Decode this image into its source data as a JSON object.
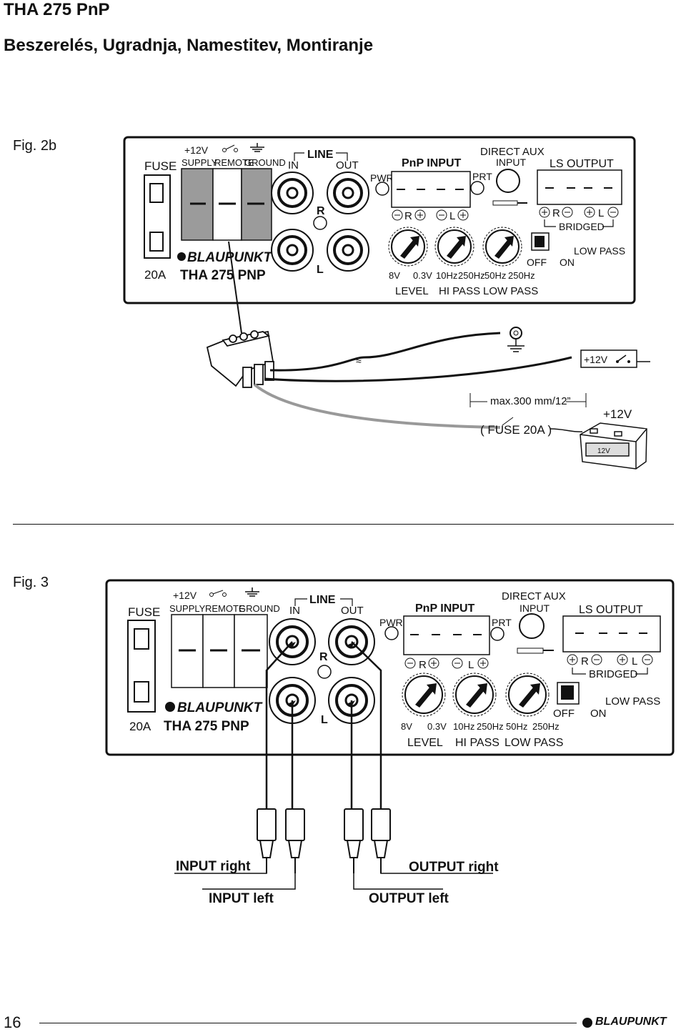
{
  "header": {
    "title": "THA 275 PnP",
    "subtitle": "Beszerelés, Ugradnja, Namestitev, Montiranje"
  },
  "panel": {
    "fuse": "FUSE",
    "fuse_rating": "20A",
    "plus12v": "+12V",
    "supply": "SUPPLY",
    "remote": "REMOTE",
    "ground": "GROUND",
    "line": "LINE",
    "in": "IN",
    "out": "OUT",
    "r": "R",
    "l": "L",
    "pwr": "PWR",
    "pnp_input": "PnP INPUT",
    "prt": "PRT",
    "direct_aux": "DIRECT AUX",
    "input": "INPUT",
    "ls_output": "LS OUTPUT",
    "r_minus_plus": "R",
    "l_minus_plus": "L",
    "bridged": "BRIDGED",
    "low_pass_switch": "LOW PASS",
    "off": "OFF",
    "on": "ON",
    "v8": "8V",
    "v03": "0.3V",
    "hz10": "10Hz",
    "hz250a": "250Hz",
    "hz50": "50Hz",
    "hz250b": "250Hz",
    "level": "LEVEL",
    "hipass": "HI PASS",
    "lowpass": "LOW PASS",
    "brand": "BLAUPUNKT",
    "model_2b": "THA 275 PNP",
    "model_3": "THA 275 PNP"
  },
  "fig2b": {
    "label": "Fig. 2b",
    "plus12v_switch": "+12V",
    "max_len": "max.300 mm/12”",
    "fuse": "( FUSE 20A )",
    "battery_plus": "+12V",
    "battery_label": "12V"
  },
  "fig3": {
    "label": "Fig. 3",
    "input_right": "INPUT   right",
    "input_left": "INPUT   left",
    "output_right": "OUTPUT   right",
    "output_left": "OUTPUT   left"
  },
  "footer": {
    "page_number": "16",
    "brand": "BLAUPUNKT"
  }
}
